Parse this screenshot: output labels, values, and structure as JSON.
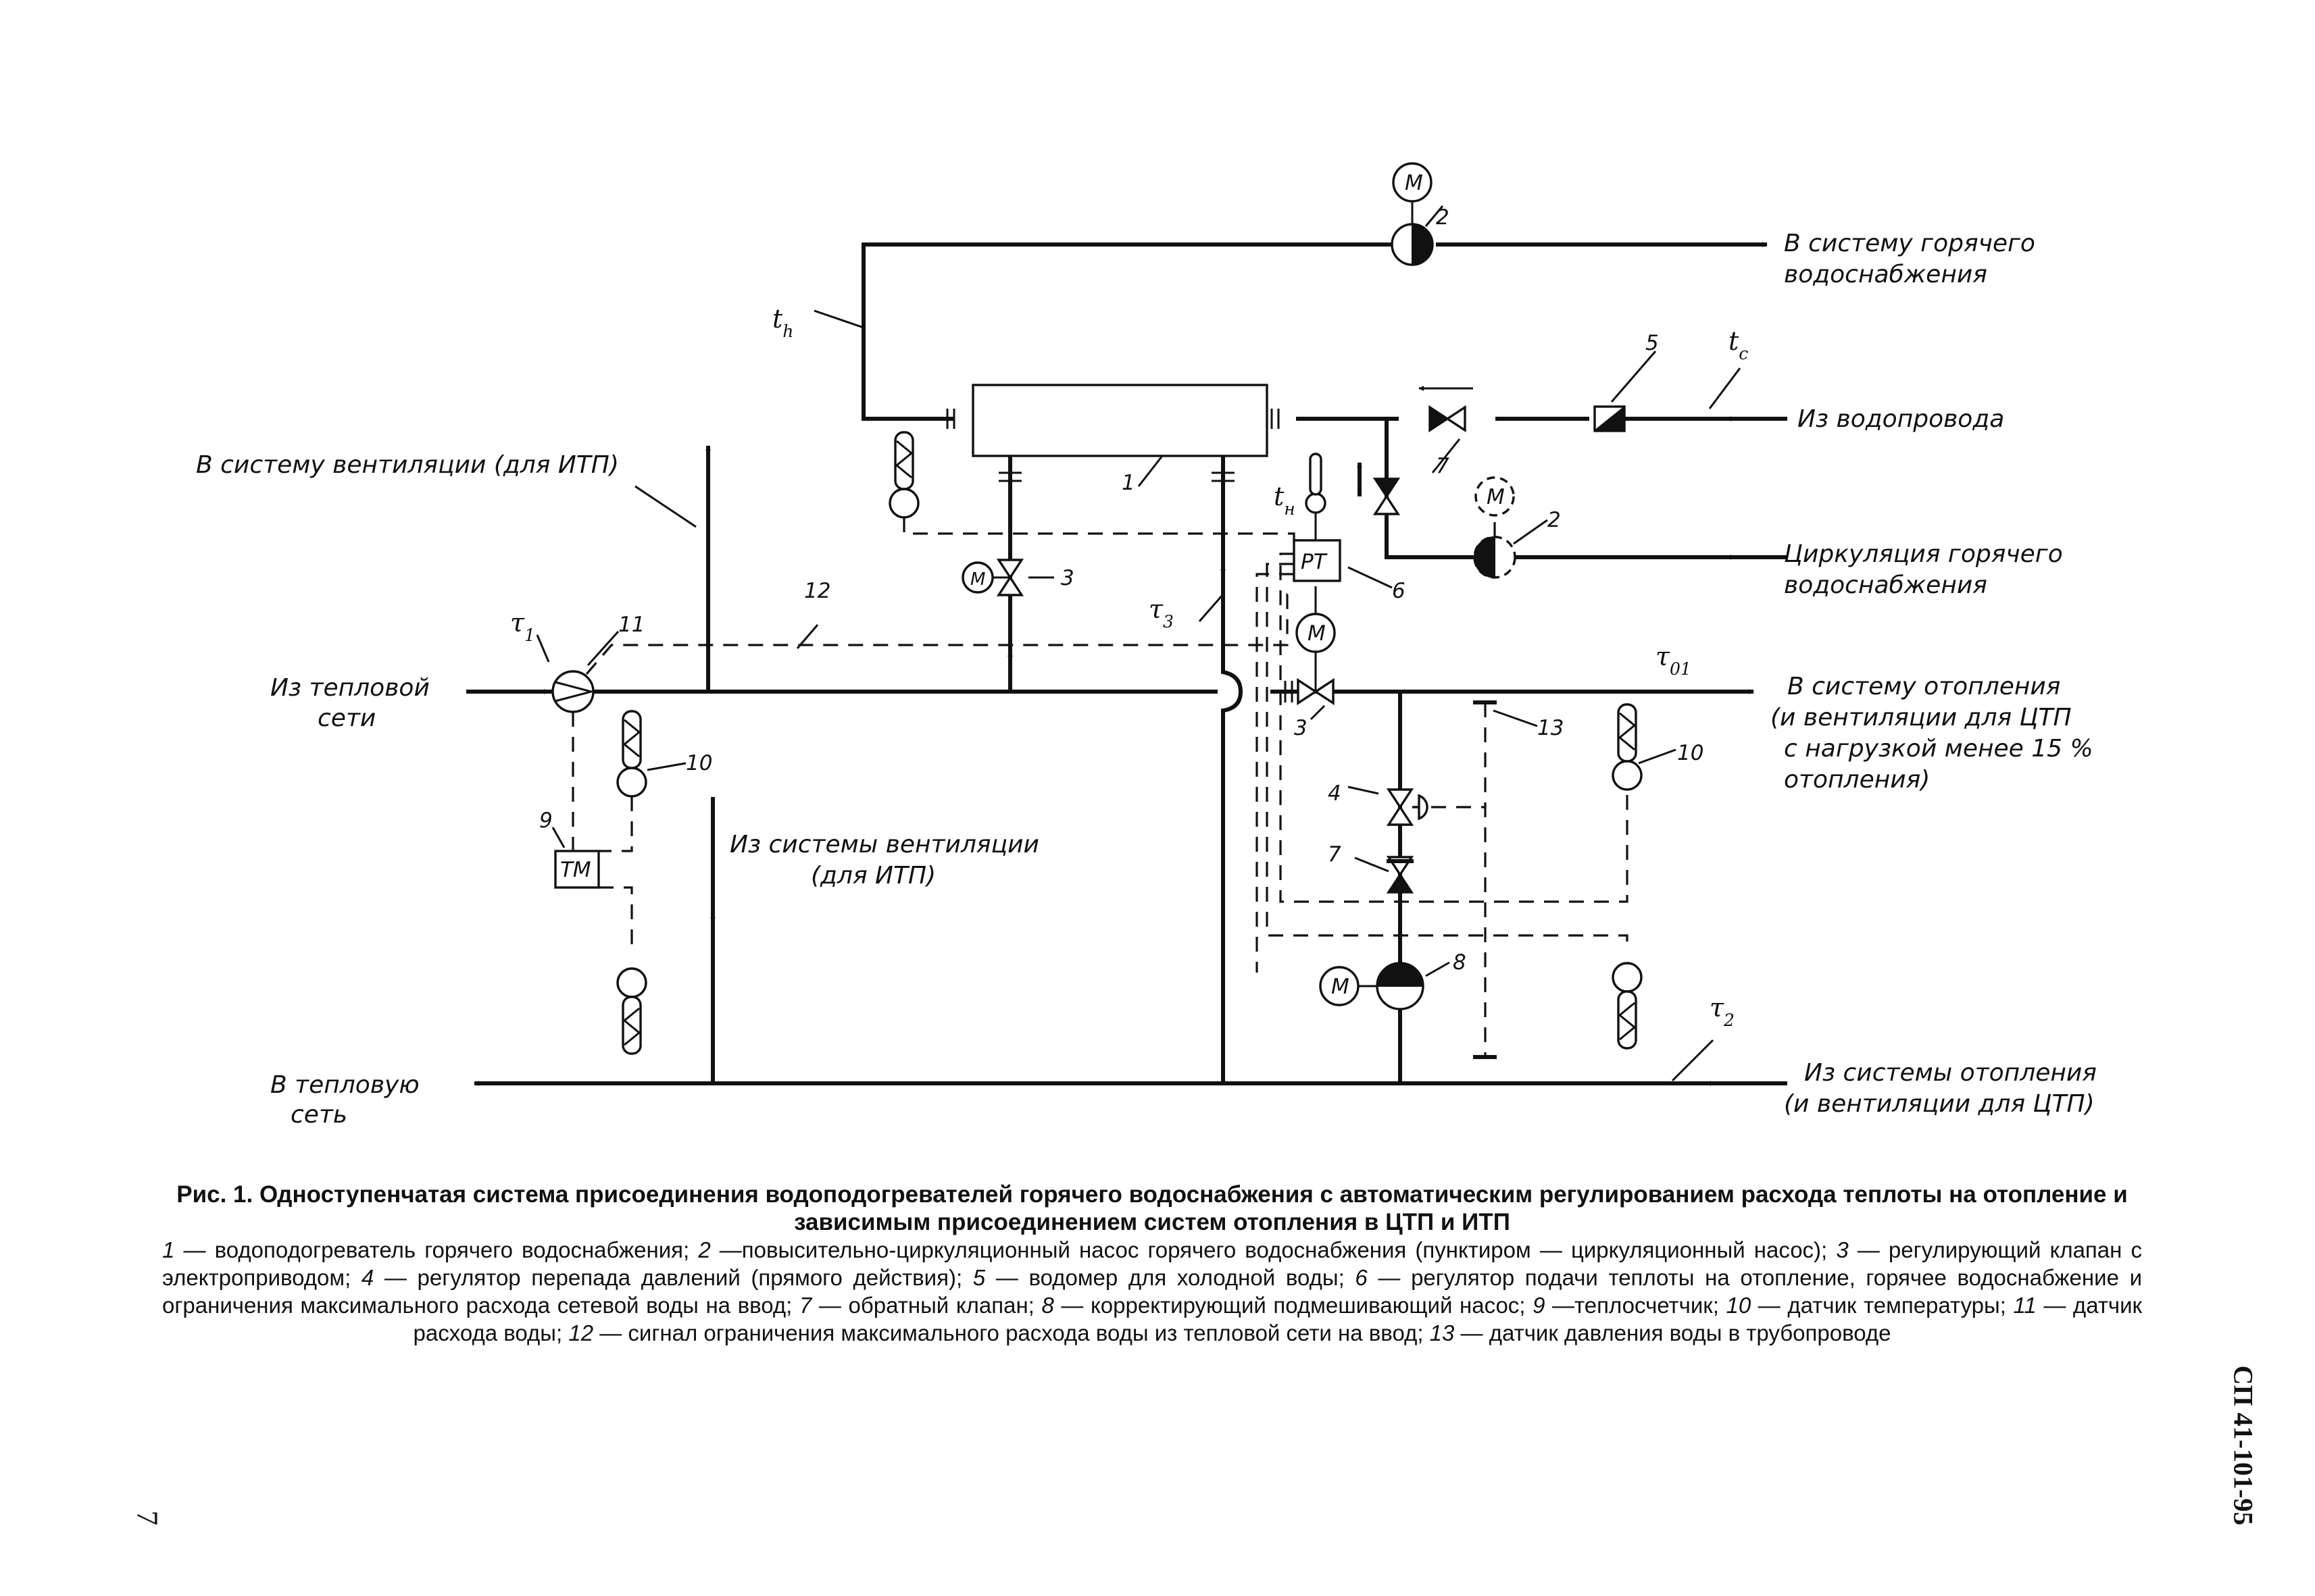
{
  "diagram": {
    "labels": {
      "to_hot_water": [
        "В систему горячего",
        "водоснабжения"
      ],
      "from_water_main": "Из водопровода",
      "hot_water_circulation": [
        "Циркуляция горячего",
        "водоснабжения"
      ],
      "to_ventilation": "В систему вентиляции (для ИТП)",
      "from_heat_network": [
        "Из тепловой",
        "сети"
      ],
      "to_heating": [
        "В систему отопления",
        "(и вентиляции для ЦТП",
        "с нагрузкой менее 15 %",
        "отопления)"
      ],
      "from_ventilation": [
        "Из системы вентиляции",
        "(для ИТП)"
      ],
      "to_heat_network": [
        "В тепловую",
        "сеть"
      ],
      "from_heating": [
        "Из системы отопления",
        "(и вентиляции для ЦТП)"
      ]
    },
    "symbols": {
      "t_h": {
        "main": "t",
        "sub": "h"
      },
      "t_c": {
        "main": "t",
        "sub": "c"
      },
      "t_n": {
        "main": "t",
        "sub": "н"
      },
      "tau_1": {
        "main": "τ",
        "sub": "1"
      },
      "tau_3": {
        "main": "τ",
        "sub": "3"
      },
      "tau_01": {
        "main": "τ",
        "sub": "01"
      },
      "tau_2": {
        "main": "τ",
        "sub": "2"
      }
    },
    "device_text": {
      "motor": "M",
      "regulator": "РТ",
      "heat_meter": "ТМ"
    },
    "numbers": {
      "n1": "1",
      "n2_top": "2",
      "n2_circ": "2",
      "n3_top": "3",
      "n3_bottom": "3",
      "n4": "4",
      "n5": "5",
      "n6": "6",
      "n7_top": "7",
      "n7_bottom": "7",
      "n8": "8",
      "n9": "9",
      "n10_left": "10",
      "n10_right": "10",
      "n11": "11",
      "n12": "12",
      "n13": "13"
    }
  },
  "caption": {
    "title": "Рис. 1. Одноступенчатая система присоединения водоподогревателей горячего водоснабжения с автоматическим регулированием расхода теплоты на отопление и зависимым присоединением систем отопления в ЦТП и ИТП",
    "legend": [
      {
        "n": "1",
        "t": " — водоподогреватель горячего водоснабжения; "
      },
      {
        "n": "2",
        "t": " —повысительно-циркуляционный насос горячего водоснабжения (пунктиром — циркуляционный насос); "
      },
      {
        "n": "3",
        "t": " — регулирующий клапан с электроприводом; "
      },
      {
        "n": "4",
        "t": " — регулятор перепада давлений (прямого действия); "
      },
      {
        "n": "5",
        "t": " — водомер для холодной воды; "
      },
      {
        "n": "6",
        "t": " — регулятор подачи теплоты на отопление, горячее водоснабжение и ограничения максимального расхода сетевой воды на ввод; "
      },
      {
        "n": "7",
        "t": " — обратный клапан; "
      },
      {
        "n": "8",
        "t": " — корректирующий подмешивающий насос; "
      },
      {
        "n": "9",
        "t": " —теплосчетчик; "
      },
      {
        "n": "10",
        "t": " — датчик температуры; "
      },
      {
        "n": "11",
        "t": " — датчик расхода воды; "
      },
      {
        "n": "12",
        "t": " — сигнал ограничения максимального расхода воды из тепловой сети на ввод; "
      },
      {
        "n": "13",
        "t": " — датчик давления воды в трубопроводе"
      }
    ]
  },
  "page": {
    "standard_code": "СП 41-101-95",
    "page_number": "7"
  }
}
